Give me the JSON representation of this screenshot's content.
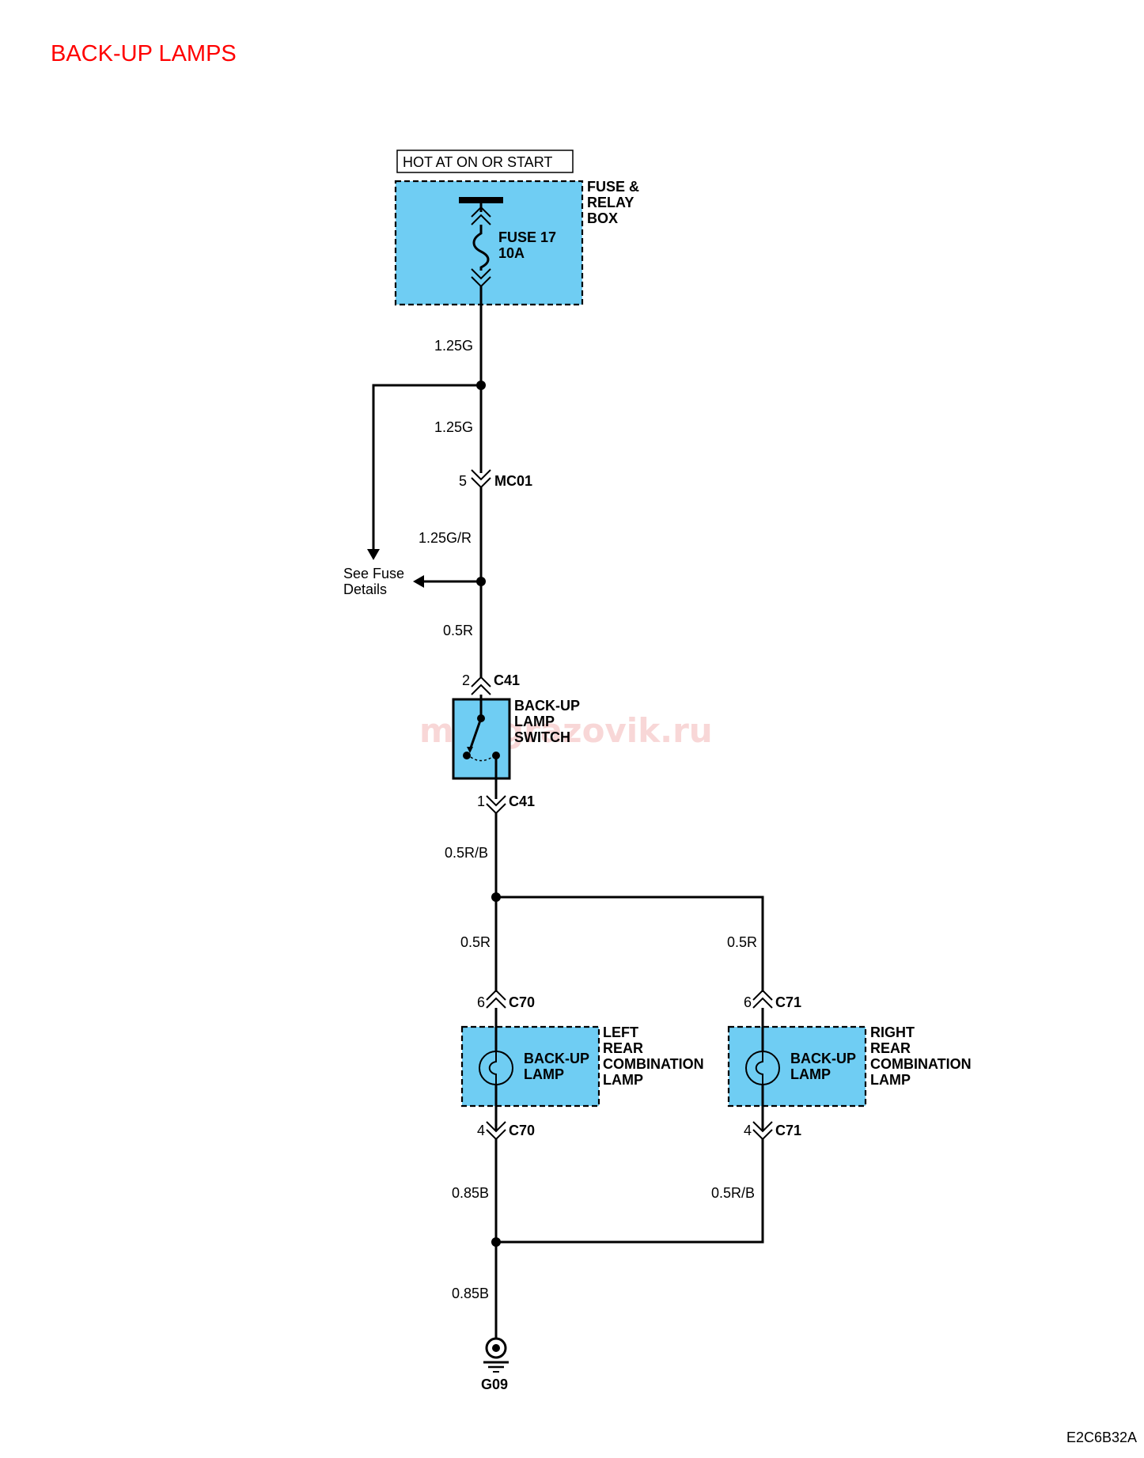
{
  "title": "BACK-UP LAMPS",
  "colors": {
    "title": "#ff0000",
    "component_fill": "#6fcdf3",
    "wire": "#000000"
  },
  "power_label": "HOT AT ON OR START",
  "fuse_box": {
    "name": [
      "FUSE &",
      "RELAY",
      "BOX"
    ],
    "fuse": [
      "FUSE 17",
      "10A"
    ]
  },
  "wires": {
    "w1": "1.25G",
    "w2": "1.25G",
    "w3": "1.25G/R",
    "w4": "0.5R",
    "w5": "0.5R/B",
    "w6l": "0.5R",
    "w6r": "0.5R",
    "w7l": "0.85B",
    "w7r": "0.5R/B",
    "w8": "0.85B"
  },
  "connectors": {
    "mc01": {
      "pin": "5",
      "name": "MC01"
    },
    "c41_top": {
      "pin": "2",
      "name": "C41"
    },
    "c41_bot": {
      "pin": "1",
      "name": "C41"
    },
    "c70_top": {
      "pin": "6",
      "name": "C70"
    },
    "c70_bot": {
      "pin": "4",
      "name": "C70"
    },
    "c71_top": {
      "pin": "6",
      "name": "C71"
    },
    "c71_bot": {
      "pin": "4",
      "name": "C71"
    }
  },
  "see_fuse": [
    "See Fuse",
    "Details"
  ],
  "switch_label": [
    "BACK-UP",
    "LAMP",
    "SWITCH"
  ],
  "left_lamp": {
    "inner": [
      "BACK-UP",
      "LAMP"
    ],
    "name": [
      "LEFT",
      "REAR",
      "COMBINATION",
      "LAMP"
    ]
  },
  "right_lamp": {
    "inner": [
      "BACK-UP",
      "LAMP"
    ],
    "name": [
      "RIGHT",
      "REAR",
      "COMBINATION",
      "LAMP"
    ]
  },
  "ground": "G09",
  "watermark": "mangrazovik.ru",
  "figure_id": "E2C6B32A"
}
